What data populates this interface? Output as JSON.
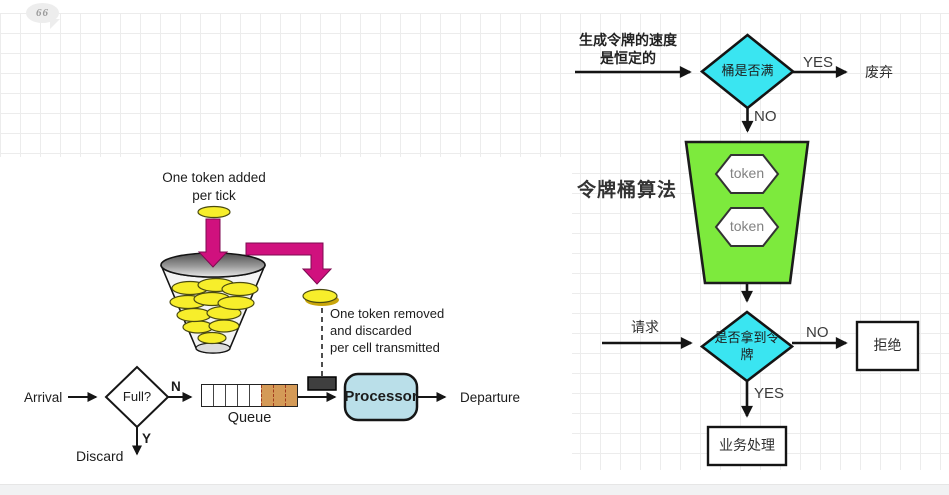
{
  "quote": {
    "glyph": "66"
  },
  "textbook": {
    "token_added": "One token added\nper tick",
    "token_removed": "One token removed\nand discarded\nper cell transmitted",
    "arrival": "Arrival",
    "full": "Full?",
    "n": "N",
    "y": "Y",
    "discard": "Discard",
    "queue": "Queue",
    "processor": "Processor",
    "departure": "Departure",
    "colors": {
      "token": "#f7ee2b",
      "arrow": "#d0117e",
      "processor": "#badfe9",
      "queue_used": "#d49a57",
      "slot": "#3f3f3f"
    }
  },
  "flowchart": {
    "title": "令牌桶算法",
    "rate_note": "生成令牌的速度\n是恒定的",
    "bucket_full": "桶是否满",
    "yes1": "YES",
    "no1": "NO",
    "drop": "废弃",
    "token1": "token",
    "token2": "token",
    "request": "请求",
    "got_token": "是否拿到令\n牌",
    "no2": "NO",
    "yes2": "YES",
    "reject": "拒绝",
    "process": "业务处理",
    "colors": {
      "diamond": "#3ae5f1",
      "bucket": "#7dea3d"
    }
  }
}
